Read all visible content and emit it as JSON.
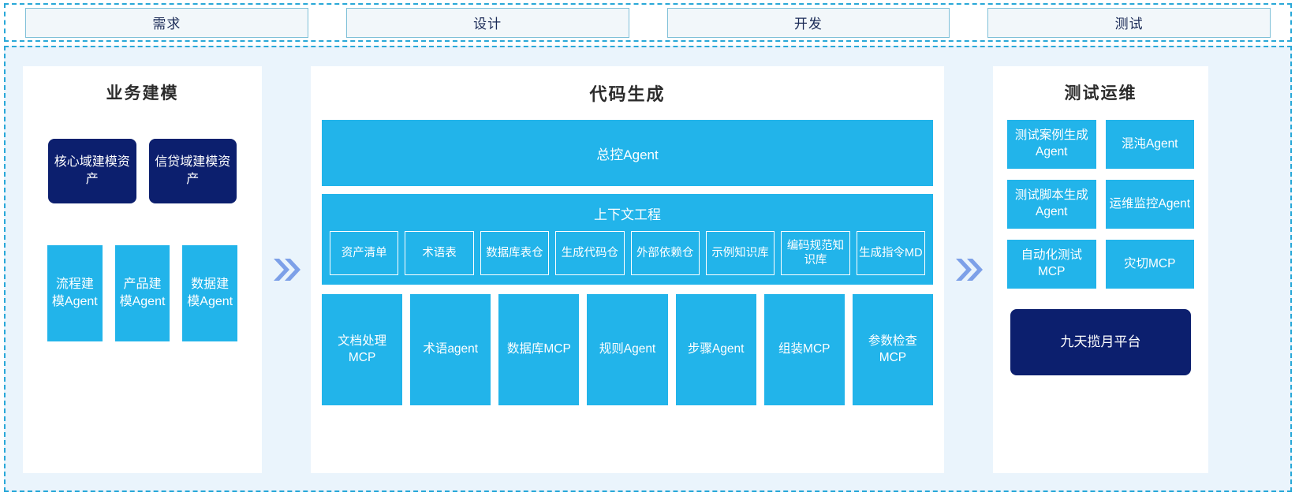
{
  "stages": [
    {
      "label": "需求"
    },
    {
      "label": "设计"
    },
    {
      "label": "开发"
    },
    {
      "label": "测试"
    }
  ],
  "separators": {
    "icon": "double-chevron-right-icon",
    "glyph": "»",
    "color": "#7DA0E8"
  },
  "colors": {
    "cyan": "#22B4EA",
    "navy": "#0C1F6E",
    "region_bg": "#EAF4FC",
    "panel_bg": "#FFFFFF",
    "dashed_border": "#29A8D8",
    "stage_fill": "#F2F7FA",
    "stage_border": "#7FC0D8",
    "chevron": "#7DA0E8"
  },
  "panels": {
    "modeling": {
      "title": "业务建模",
      "assets": [
        {
          "label": "核心域建模资产"
        },
        {
          "label": "信贷域建模资产"
        }
      ],
      "agents": [
        {
          "label": "流程建模Agent"
        },
        {
          "label": "产品建模Agent"
        },
        {
          "label": "数据建模Agent"
        }
      ]
    },
    "codegen": {
      "title": "代码生成",
      "master_agent": "总控Agent",
      "context": {
        "title": "上下文工程",
        "items": [
          {
            "label": "资产清单"
          },
          {
            "label": "术语表"
          },
          {
            "label": "数据库表仓"
          },
          {
            "label": "生成代码仓"
          },
          {
            "label": "外部依赖仓"
          },
          {
            "label": "示例知识库"
          },
          {
            "label": "编码规范知识库"
          },
          {
            "label": "生成指令MD"
          }
        ]
      },
      "tools": [
        {
          "label": "文档处理MCP"
        },
        {
          "label": "术语agent"
        },
        {
          "label": "数据库MCP"
        },
        {
          "label": "规则Agent"
        },
        {
          "label": "步骤Agent"
        },
        {
          "label": "组装MCP"
        },
        {
          "label": "参数检查MCP"
        }
      ]
    },
    "testops": {
      "title": "测试运维",
      "items": [
        {
          "label": "测试案例生成Agent"
        },
        {
          "label": "混沌Agent"
        },
        {
          "label": "测试脚本生成Agent"
        },
        {
          "label": "运维监控Agent"
        },
        {
          "label": "自动化测试MCP"
        },
        {
          "label": "灾切MCP"
        }
      ],
      "platform": "九天揽月平台"
    }
  }
}
